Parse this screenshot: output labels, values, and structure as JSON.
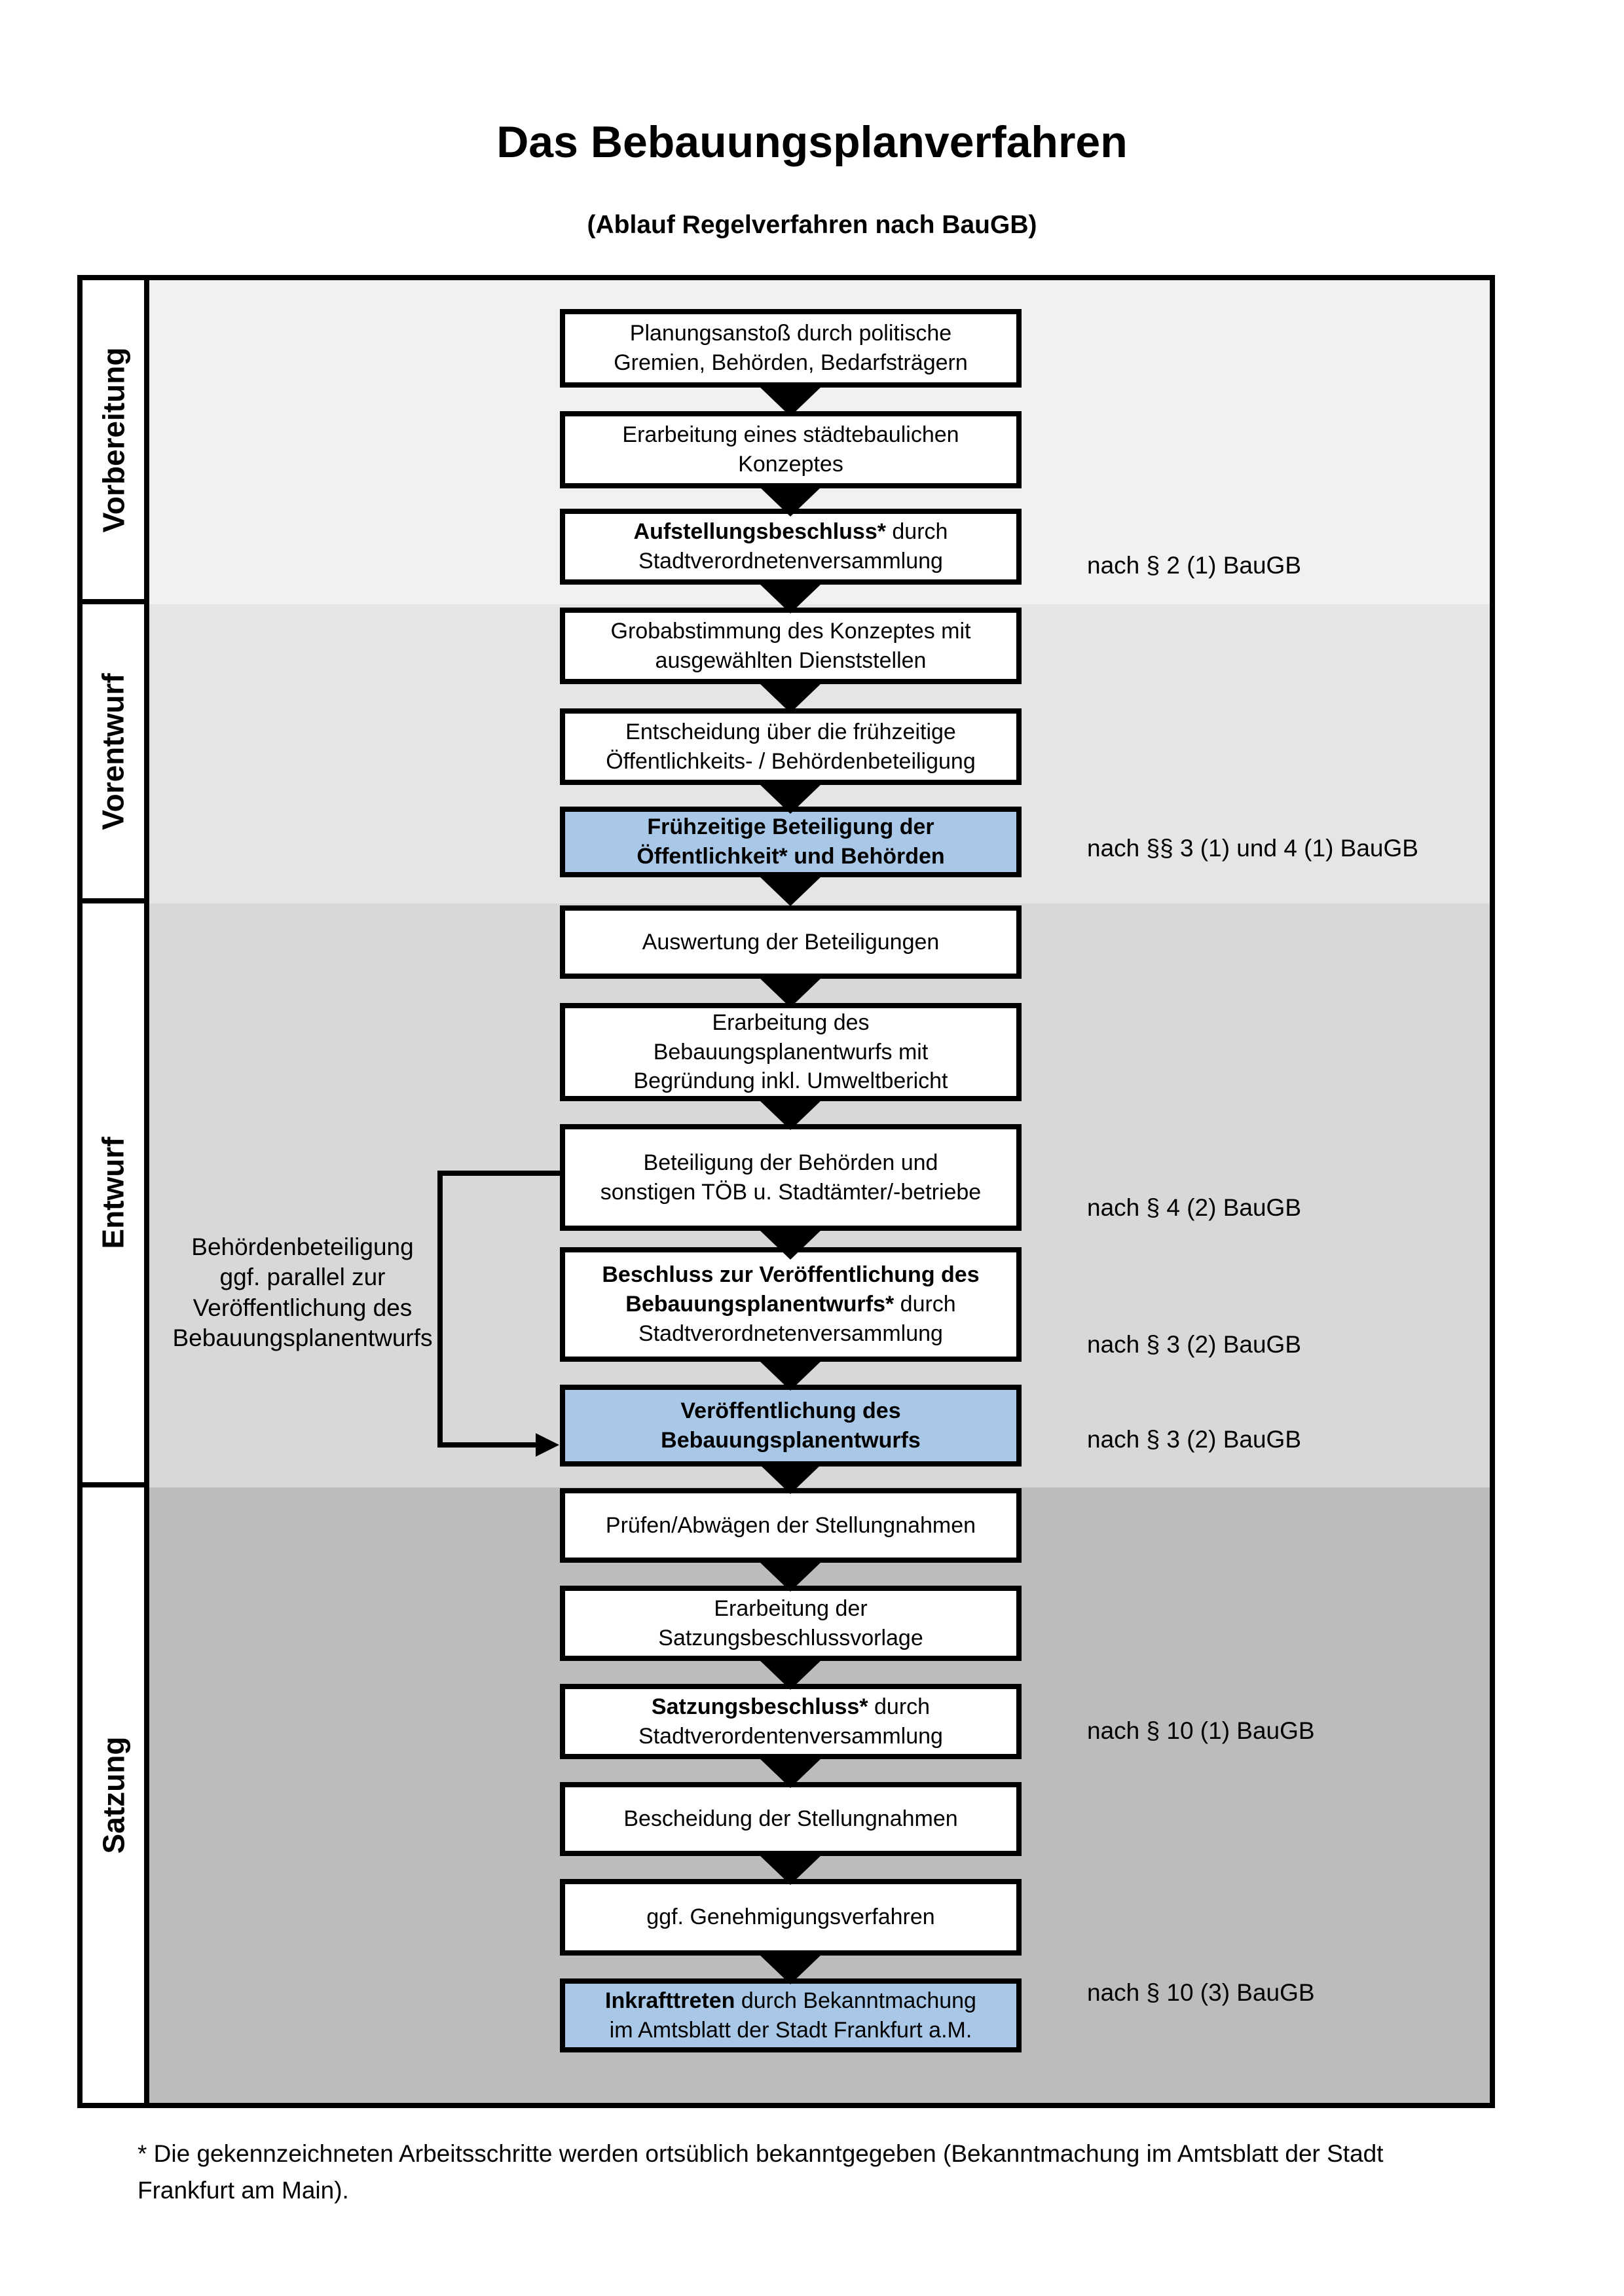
{
  "title": "Das Bebauungsplanverfahren",
  "subtitle": "(Ablauf Regelverfahren nach BauGB)",
  "phases": [
    {
      "label": "Vorbereitung"
    },
    {
      "label": "Vorentwurf"
    },
    {
      "label": "Entwurf"
    },
    {
      "label": "Satzung"
    }
  ],
  "steps": [
    {
      "text": "Planungsanstoß durch politische\nGremien, Behörden, Bedarfsträgern"
    },
    {
      "text": "Erarbeitung eines städtebaulichen\nKonzeptes"
    },
    {
      "bold": "Aufstellungsbeschluss*",
      "rest": " durch\nStadtverordnetenversammlung"
    },
    {
      "text": "Grobabstimmung des Konzeptes mit\nausgewählten Dienststellen"
    },
    {
      "text": "Entscheidung über die frühzeitige\nÖffentlichkeits- / Behördenbeteiligung"
    },
    {
      "bold": "Frühzeitige Beteiligung der\nÖffentlichkeit* und Behörden"
    },
    {
      "text": "Auswertung der Beteiligungen"
    },
    {
      "text": "Erarbeitung des\nBebauungsplanentwurfs mit\nBegründung inkl. Umweltbericht"
    },
    {
      "text": "Beteiligung der Behörden und\nsonstigen TÖB u. Stadtämter/-betriebe"
    },
    {
      "bold": "Beschluss zur Veröffentlichung des\nBebauungsplanentwurfs*",
      "rest": " durch\nStadtverordnetenversammlung"
    },
    {
      "bold": "Veröffentlichung des\nBebauungsplanentwurfs"
    },
    {
      "text": "Prüfen/Abwägen der Stellungnahmen"
    },
    {
      "text": "Erarbeitung der\nSatzungsbeschlussvorlage"
    },
    {
      "bold": "Satzungsbeschluss*",
      "rest": " durch\nStadtverordentenversammlung"
    },
    {
      "text": "Bescheidung der Stellungnahmen"
    },
    {
      "text": "ggf. Genehmigungsverfahren"
    },
    {
      "bold": "Inkrafttreten",
      "rest": " durch Bekanntmachung\nim Amtsblatt der Stadt Frankfurt a.M."
    }
  ],
  "legal_refs": [
    {
      "text": "nach § 2 (1) BauGB"
    },
    {
      "text": "nach §§ 3 (1) und 4 (1) BauGB"
    },
    {
      "text": "nach § 4 (2) BauGB"
    },
    {
      "text": "nach § 3 (2) BauGB"
    },
    {
      "text": "nach § 3 (2) BauGB"
    },
    {
      "text": "nach § 10 (1) BauGB"
    },
    {
      "text": "nach § 10 (3) BauGB"
    }
  ],
  "side_note": "Behördenbeteiligung\nggf. parallel zur\nVeröffentlichung des\nBebauungsplanentwurfs",
  "footnote": "* Die gekennzeichneten Arbeitsschritte werden ortsüblich bekanntgegeben (Bekanntmachung im Amtsblatt der Stadt\nFrankfurt am Main).",
  "colors": {
    "highlight_box": "#a9c8e8",
    "phase_backgrounds": [
      "#f1f1f1",
      "#e5e5e5",
      "#d8d8d8",
      "#bcbcbc"
    ],
    "line": "#000000"
  }
}
